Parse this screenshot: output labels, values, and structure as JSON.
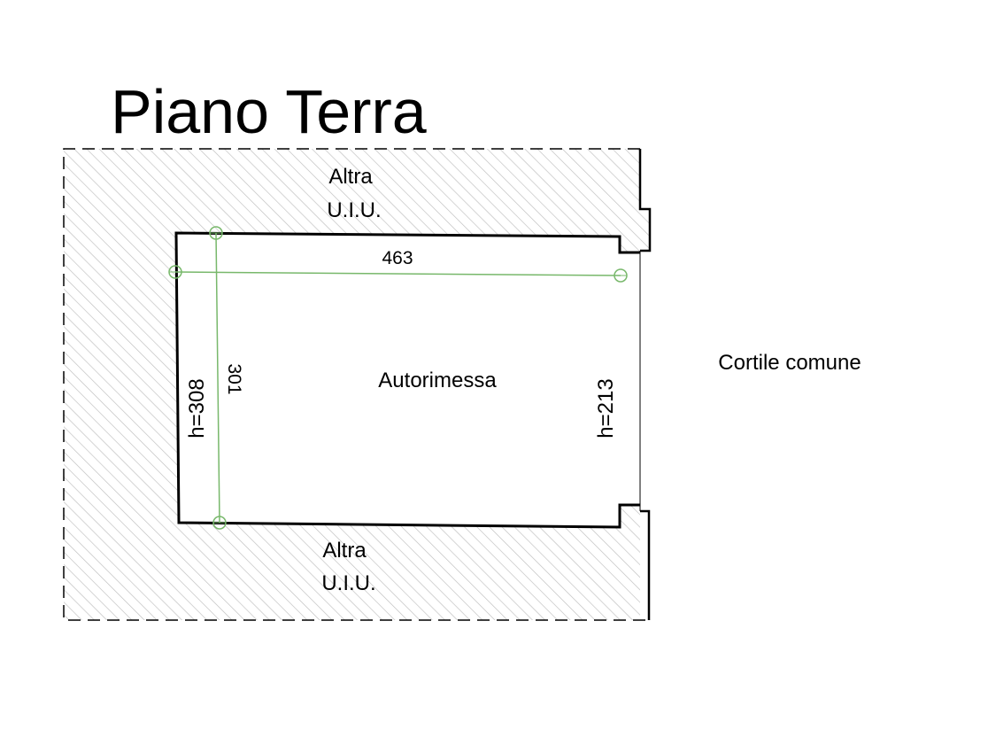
{
  "title": "Piano Terra",
  "labels": {
    "upper_neighbor": [
      "Altra",
      "U.I.U."
    ],
    "lower_neighbor": [
      "Altra",
      "U.I.U."
    ],
    "room": "Autorimessa",
    "courtyard": "Cortile comune"
  },
  "dimensions": {
    "width": "463",
    "depth": "301",
    "height_left": "h=308",
    "height_right": "h=213"
  },
  "colors": {
    "wall": "#000000",
    "hatch": "#bdbdbd",
    "measure": "#78b86b"
  }
}
